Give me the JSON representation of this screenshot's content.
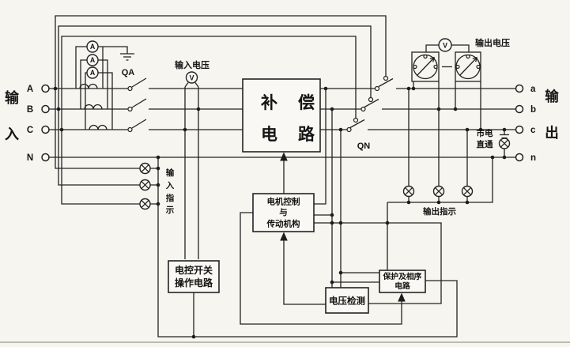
{
  "colors": {
    "wire": "#232323",
    "paper": "#f7f5f0",
    "text": "#141414"
  },
  "labels": {
    "input_group": [
      "输",
      "入"
    ],
    "output_group": [
      "输",
      "出"
    ],
    "input_phases": [
      "A",
      "B",
      "C",
      "N"
    ],
    "output_phases": [
      "a",
      "b",
      "c",
      "n"
    ],
    "switch_input": "QA",
    "switch_output": "QN",
    "input_voltage": "输入电压",
    "output_voltage": "输出电压",
    "compensation": [
      "补偿",
      "电路"
    ],
    "input_indicator": [
      "输",
      "入",
      "指",
      "示"
    ],
    "output_indicator": "输出指示",
    "mains_direct": [
      "市电",
      "直通"
    ],
    "motor_control": [
      "电机控制",
      "与",
      "传动机构"
    ],
    "switch_operation": [
      "电控开关",
      "操作电路"
    ],
    "voltage_detection": "电压检测",
    "protection": [
      "保护及相序",
      "电路"
    ],
    "ammeter_letter": "A",
    "voltmeter_letter": "V"
  }
}
